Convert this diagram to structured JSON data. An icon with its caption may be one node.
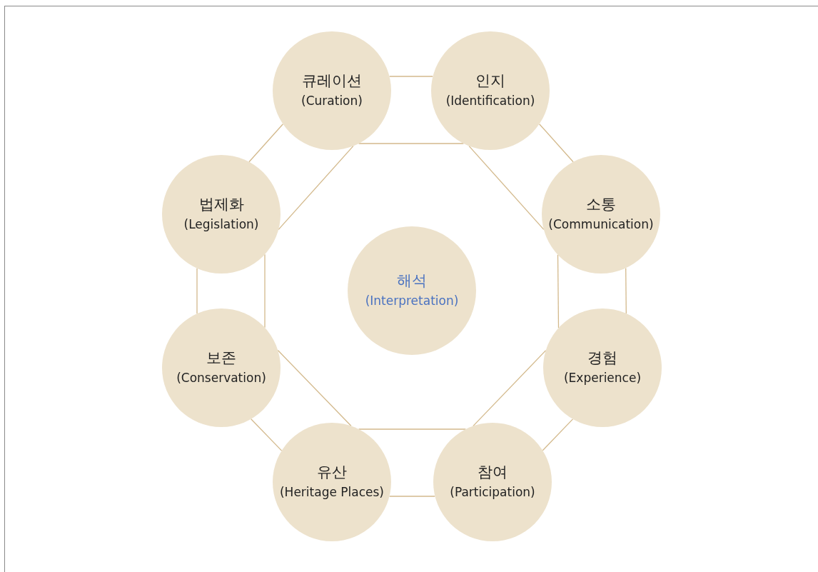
{
  "diagram": {
    "nodes": [
      {
        "text": [
          "큐레이션",
          "(Curation)"
        ]
      },
      {
        "text": [
          "인지",
          "(Identification)"
        ]
      },
      {
        "text": [
          "법제화",
          "(Legislation)"
        ]
      },
      {
        "text": [
          "소통",
          "(Communication)"
        ]
      },
      {
        "text": [
          "해석",
          "(Interpretation)"
        ]
      },
      {
        "text": [
          "보존",
          "(Conservation)"
        ]
      },
      {
        "text": [
          "경험",
          "(Experience)"
        ]
      },
      {
        "text": [
          "유산",
          "(Heritage Places)"
        ]
      },
      {
        "text": [
          "참여",
          "(Participation)"
        ]
      }
    ],
    "edges": [
      {
        "from": 0,
        "to": 1,
        "arrow": "none"
      },
      {
        "from": 0,
        "to": 1,
        "arrow": "none"
      },
      {
        "from": 1,
        "to": 3,
        "arrow": "none"
      },
      {
        "from": 1,
        "to": 3,
        "arrow": "none"
      },
      {
        "from": 3,
        "to": 6,
        "arrow": "none"
      },
      {
        "from": 3,
        "to": 6,
        "arrow": "none"
      },
      {
        "from": 6,
        "to": 8,
        "arrow": "none"
      },
      {
        "from": 6,
        "to": 8,
        "arrow": "none"
      },
      {
        "from": 8,
        "to": 7,
        "arrow": "none"
      },
      {
        "from": 8,
        "to": 7,
        "arrow": "none"
      },
      {
        "from": 7,
        "to": 5,
        "arrow": "none"
      },
      {
        "from": 7,
        "to": 5,
        "arrow": "none"
      },
      {
        "from": 5,
        "to": 2,
        "arrow": "none"
      },
      {
        "from": 5,
        "to": 2,
        "arrow": "none"
      },
      {
        "from": 2,
        "to": 0,
        "arrow": "none"
      },
      {
        "from": 2,
        "to": 0,
        "arrow": "none"
      }
    ]
  }
}
